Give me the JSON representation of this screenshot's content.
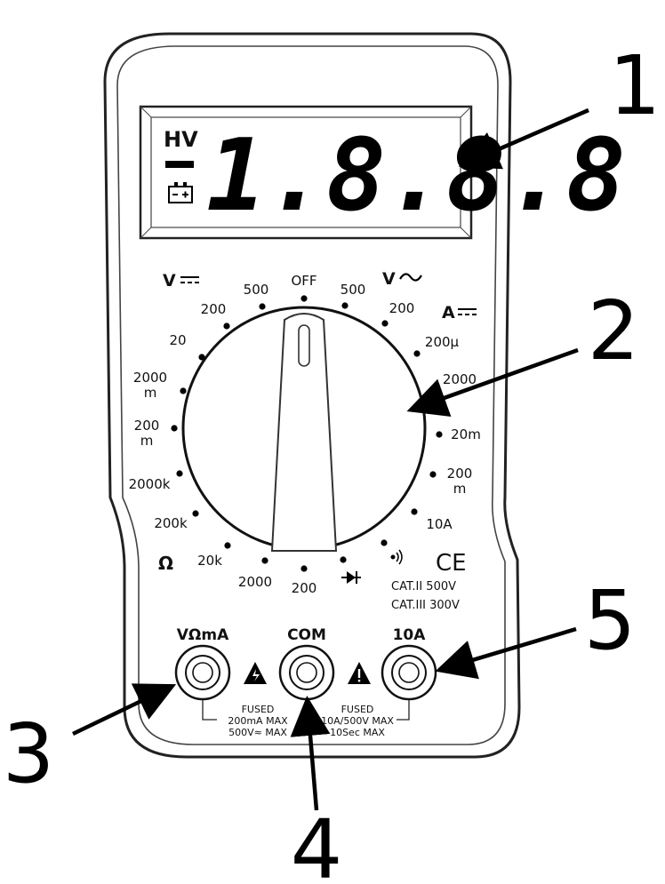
{
  "display": {
    "hv": "HV",
    "minus": "–",
    "digits": "1.8.8.8",
    "battery_icon": "battery-icon"
  },
  "dial": {
    "positions": {
      "off": "OFF",
      "vdc_500": "500",
      "vdc_200": "200",
      "vdc_20": "20",
      "vdc_2000m": "2000",
      "vdc_2000m_unit": "m",
      "vdc_200m": "200",
      "vdc_200m_unit": "m",
      "ohm_2000k": "2000k",
      "ohm_200k": "200k",
      "ohm_20k": "20k",
      "ohm_2000": "2000",
      "ohm_200": "200",
      "vac_500": "500",
      "vac_200": "200",
      "adc_200u": "200μ",
      "adc_2000u": "2000",
      "adc_20m": "20m",
      "adc_200m": "200",
      "adc_200m_unit": "m",
      "adc_10a": "10A"
    },
    "range_labels": {
      "vdc": "V",
      "vac": "V",
      "adc": "A",
      "ohm": "Ω"
    },
    "icons": {
      "diode": "diode-icon",
      "continuity": "continuity-buzzer-icon"
    }
  },
  "ratings": {
    "ce": "CE",
    "cat2": "CAT.II 500V",
    "cat3": "CAT.III 300V"
  },
  "jacks": {
    "vohm_label": "VΩmA",
    "com_label": "COM",
    "ten_a_label": "10A",
    "fuse_left": [
      "FUSED",
      "200mA MAX",
      "500V≈ MAX"
    ],
    "fuse_right": [
      "FUSED",
      "10A/500V MAX",
      "10Sec MAX"
    ]
  },
  "callouts": [
    "1",
    "2",
    "3",
    "4",
    "5"
  ]
}
